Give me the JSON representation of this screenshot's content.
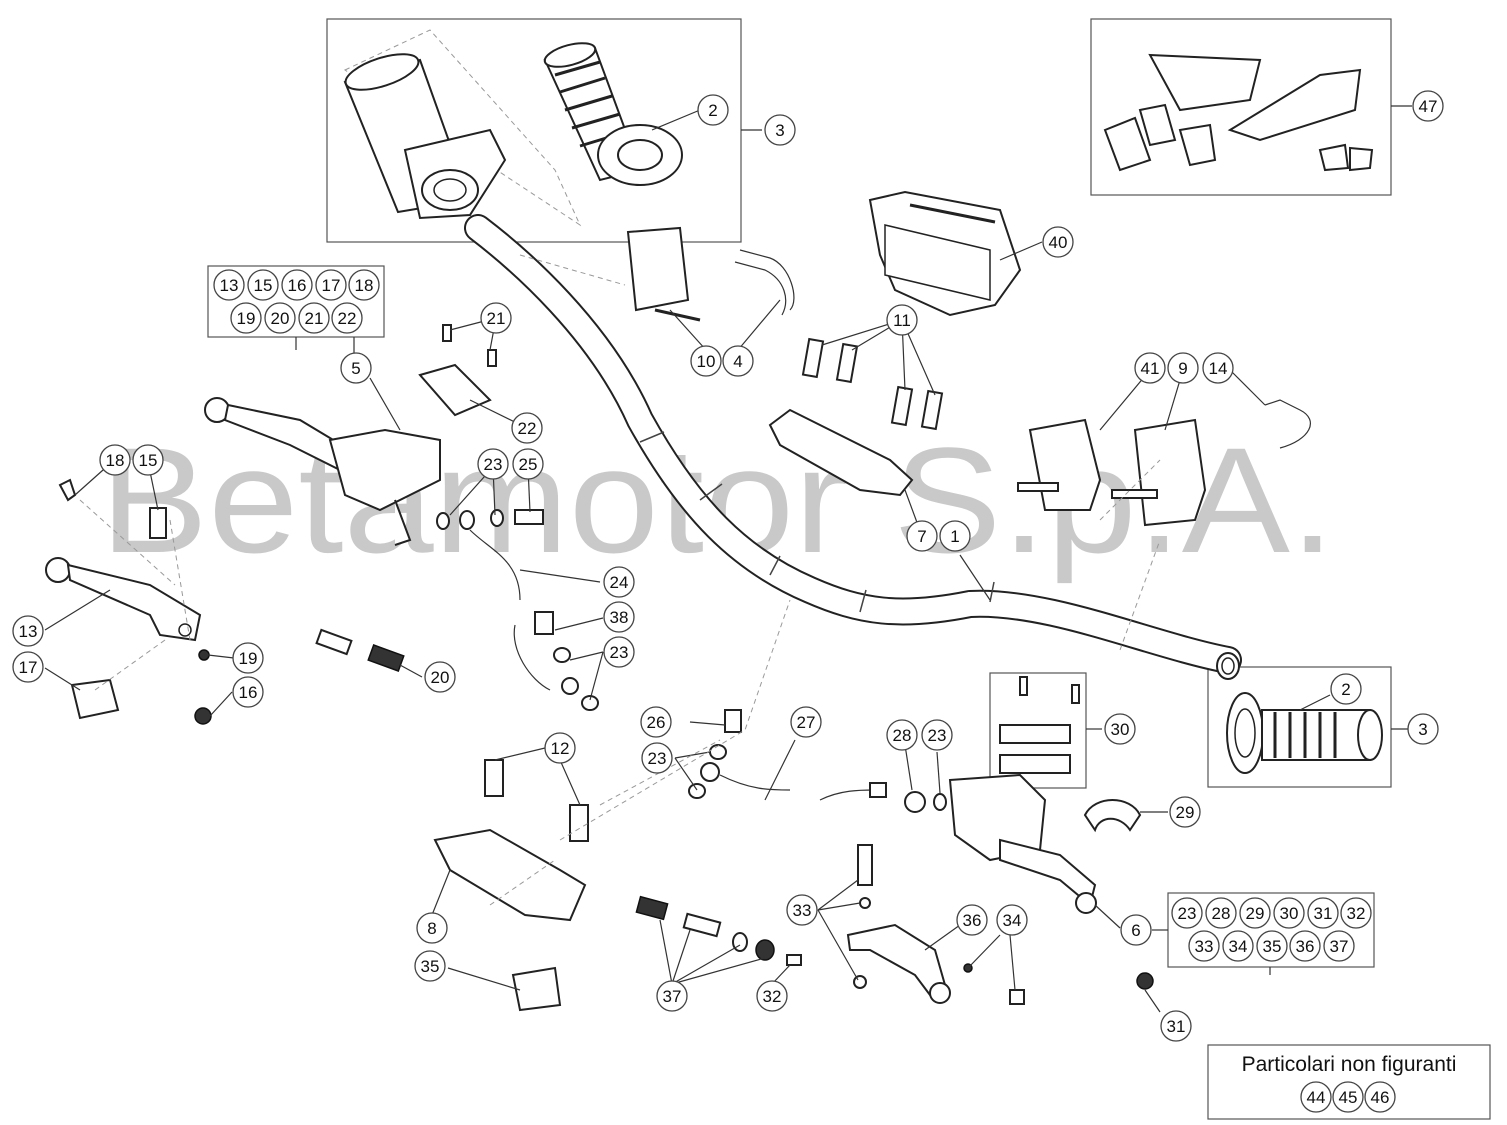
{
  "watermark": "Betamotor S.p.A.",
  "not_shown_box": {
    "title": "Particolari non figuranti",
    "parts": [
      "44",
      "45",
      "46"
    ]
  },
  "kit_groups": {
    "left_clutch_kit": [
      "13",
      "15",
      "16",
      "17",
      "18",
      "19",
      "20",
      "21",
      "22"
    ],
    "right_brake_kit": [
      "23",
      "28",
      "29",
      "30",
      "31",
      "32",
      "33",
      "34",
      "35",
      "36",
      "37"
    ]
  },
  "callouts": [
    {
      "id": "c-2-top",
      "label": "2"
    },
    {
      "id": "c-3-top",
      "label": "3"
    },
    {
      "id": "c-47",
      "label": "47"
    },
    {
      "id": "c-40",
      "label": "40"
    },
    {
      "id": "c-11",
      "label": "11"
    },
    {
      "id": "c-10",
      "label": "10"
    },
    {
      "id": "c-4",
      "label": "4"
    },
    {
      "id": "c-21",
      "label": "21"
    },
    {
      "id": "c-5",
      "label": "5"
    },
    {
      "id": "c-22",
      "label": "22"
    },
    {
      "id": "c-41",
      "label": "41"
    },
    {
      "id": "c-9",
      "label": "9"
    },
    {
      "id": "c-14",
      "label": "14"
    },
    {
      "id": "c-18",
      "label": "18"
    },
    {
      "id": "c-15",
      "label": "15"
    },
    {
      "id": "c-23-a",
      "label": "23"
    },
    {
      "id": "c-25",
      "label": "25"
    },
    {
      "id": "c-7",
      "label": "7"
    },
    {
      "id": "c-1",
      "label": "1"
    },
    {
      "id": "c-24",
      "label": "24"
    },
    {
      "id": "c-38",
      "label": "38"
    },
    {
      "id": "c-23-b",
      "label": "23"
    },
    {
      "id": "c-13",
      "label": "13"
    },
    {
      "id": "c-19",
      "label": "19"
    },
    {
      "id": "c-17",
      "label": "17"
    },
    {
      "id": "c-16",
      "label": "16"
    },
    {
      "id": "c-20",
      "label": "20"
    },
    {
      "id": "c-2-right",
      "label": "2"
    },
    {
      "id": "c-3-right",
      "label": "3"
    },
    {
      "id": "c-26",
      "label": "26"
    },
    {
      "id": "c-27",
      "label": "27"
    },
    {
      "id": "c-28",
      "label": "28"
    },
    {
      "id": "c-23-c",
      "label": "23"
    },
    {
      "id": "c-30",
      "label": "30"
    },
    {
      "id": "c-23-d",
      "label": "23"
    },
    {
      "id": "c-12",
      "label": "12"
    },
    {
      "id": "c-29",
      "label": "29"
    },
    {
      "id": "c-33",
      "label": "33"
    },
    {
      "id": "c-36",
      "label": "36"
    },
    {
      "id": "c-34",
      "label": "34"
    },
    {
      "id": "c-6",
      "label": "6"
    },
    {
      "id": "c-8",
      "label": "8"
    },
    {
      "id": "c-37",
      "label": "37"
    },
    {
      "id": "c-32",
      "label": "32"
    },
    {
      "id": "c-35",
      "label": "35"
    },
    {
      "id": "c-31",
      "label": "31"
    }
  ]
}
